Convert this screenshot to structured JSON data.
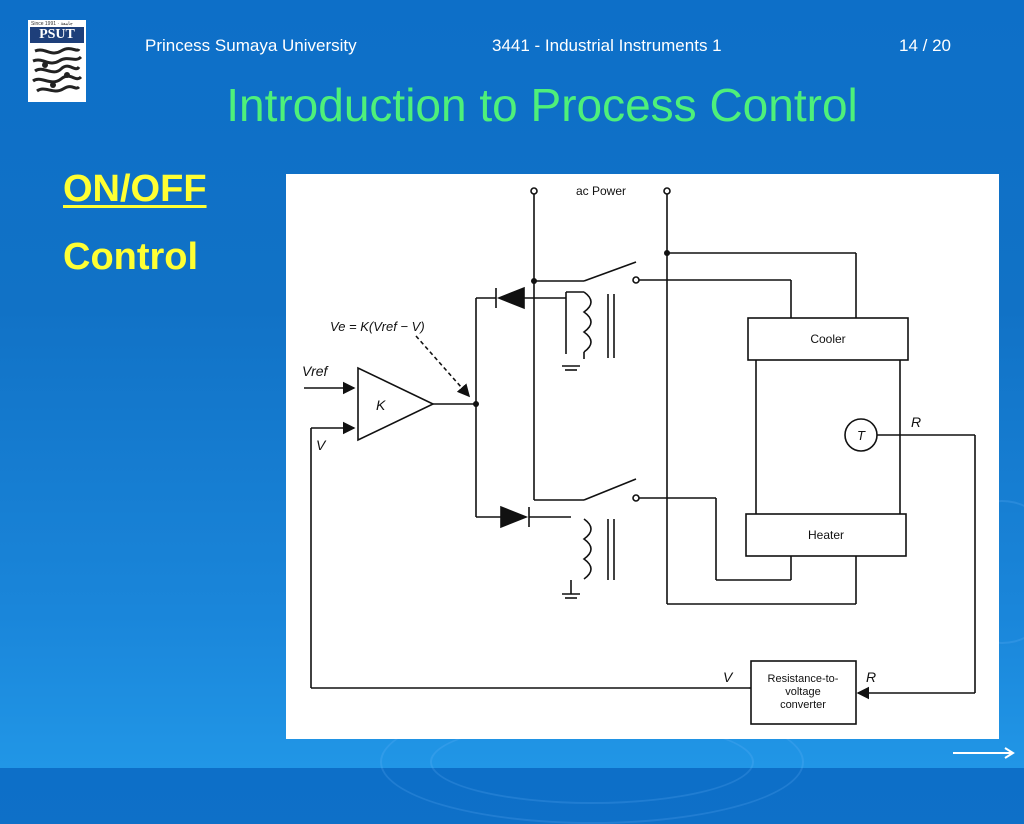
{
  "header": {
    "university": "Princess Sumaya University",
    "course": "3441 - Industrial Instruments 1",
    "page": "14 / 20"
  },
  "logo": {
    "since": "Since 1991 · جامعة",
    "abbr": "PSUT"
  },
  "slide": {
    "title": "Introduction to Process Control",
    "label_line1": "ON/OFF",
    "label_line2": "Control"
  },
  "diagram": {
    "ac_power": "ac Power",
    "error_eq": "Ve = K(Vref − V)",
    "vref": "Vref",
    "v_in": "V",
    "gain": "K",
    "cooler": "Cooler",
    "heater": "Heater",
    "sensor": "T",
    "r_out": "R",
    "conv_line1": "Resistance-to-",
    "conv_line2": "voltage",
    "conv_line3": "converter",
    "conv_v": "V",
    "conv_r": "R"
  },
  "colors": {
    "background": "#1172c6",
    "title": "#4ef07a",
    "label": "#ffff33",
    "header_text": "#ffffff"
  }
}
